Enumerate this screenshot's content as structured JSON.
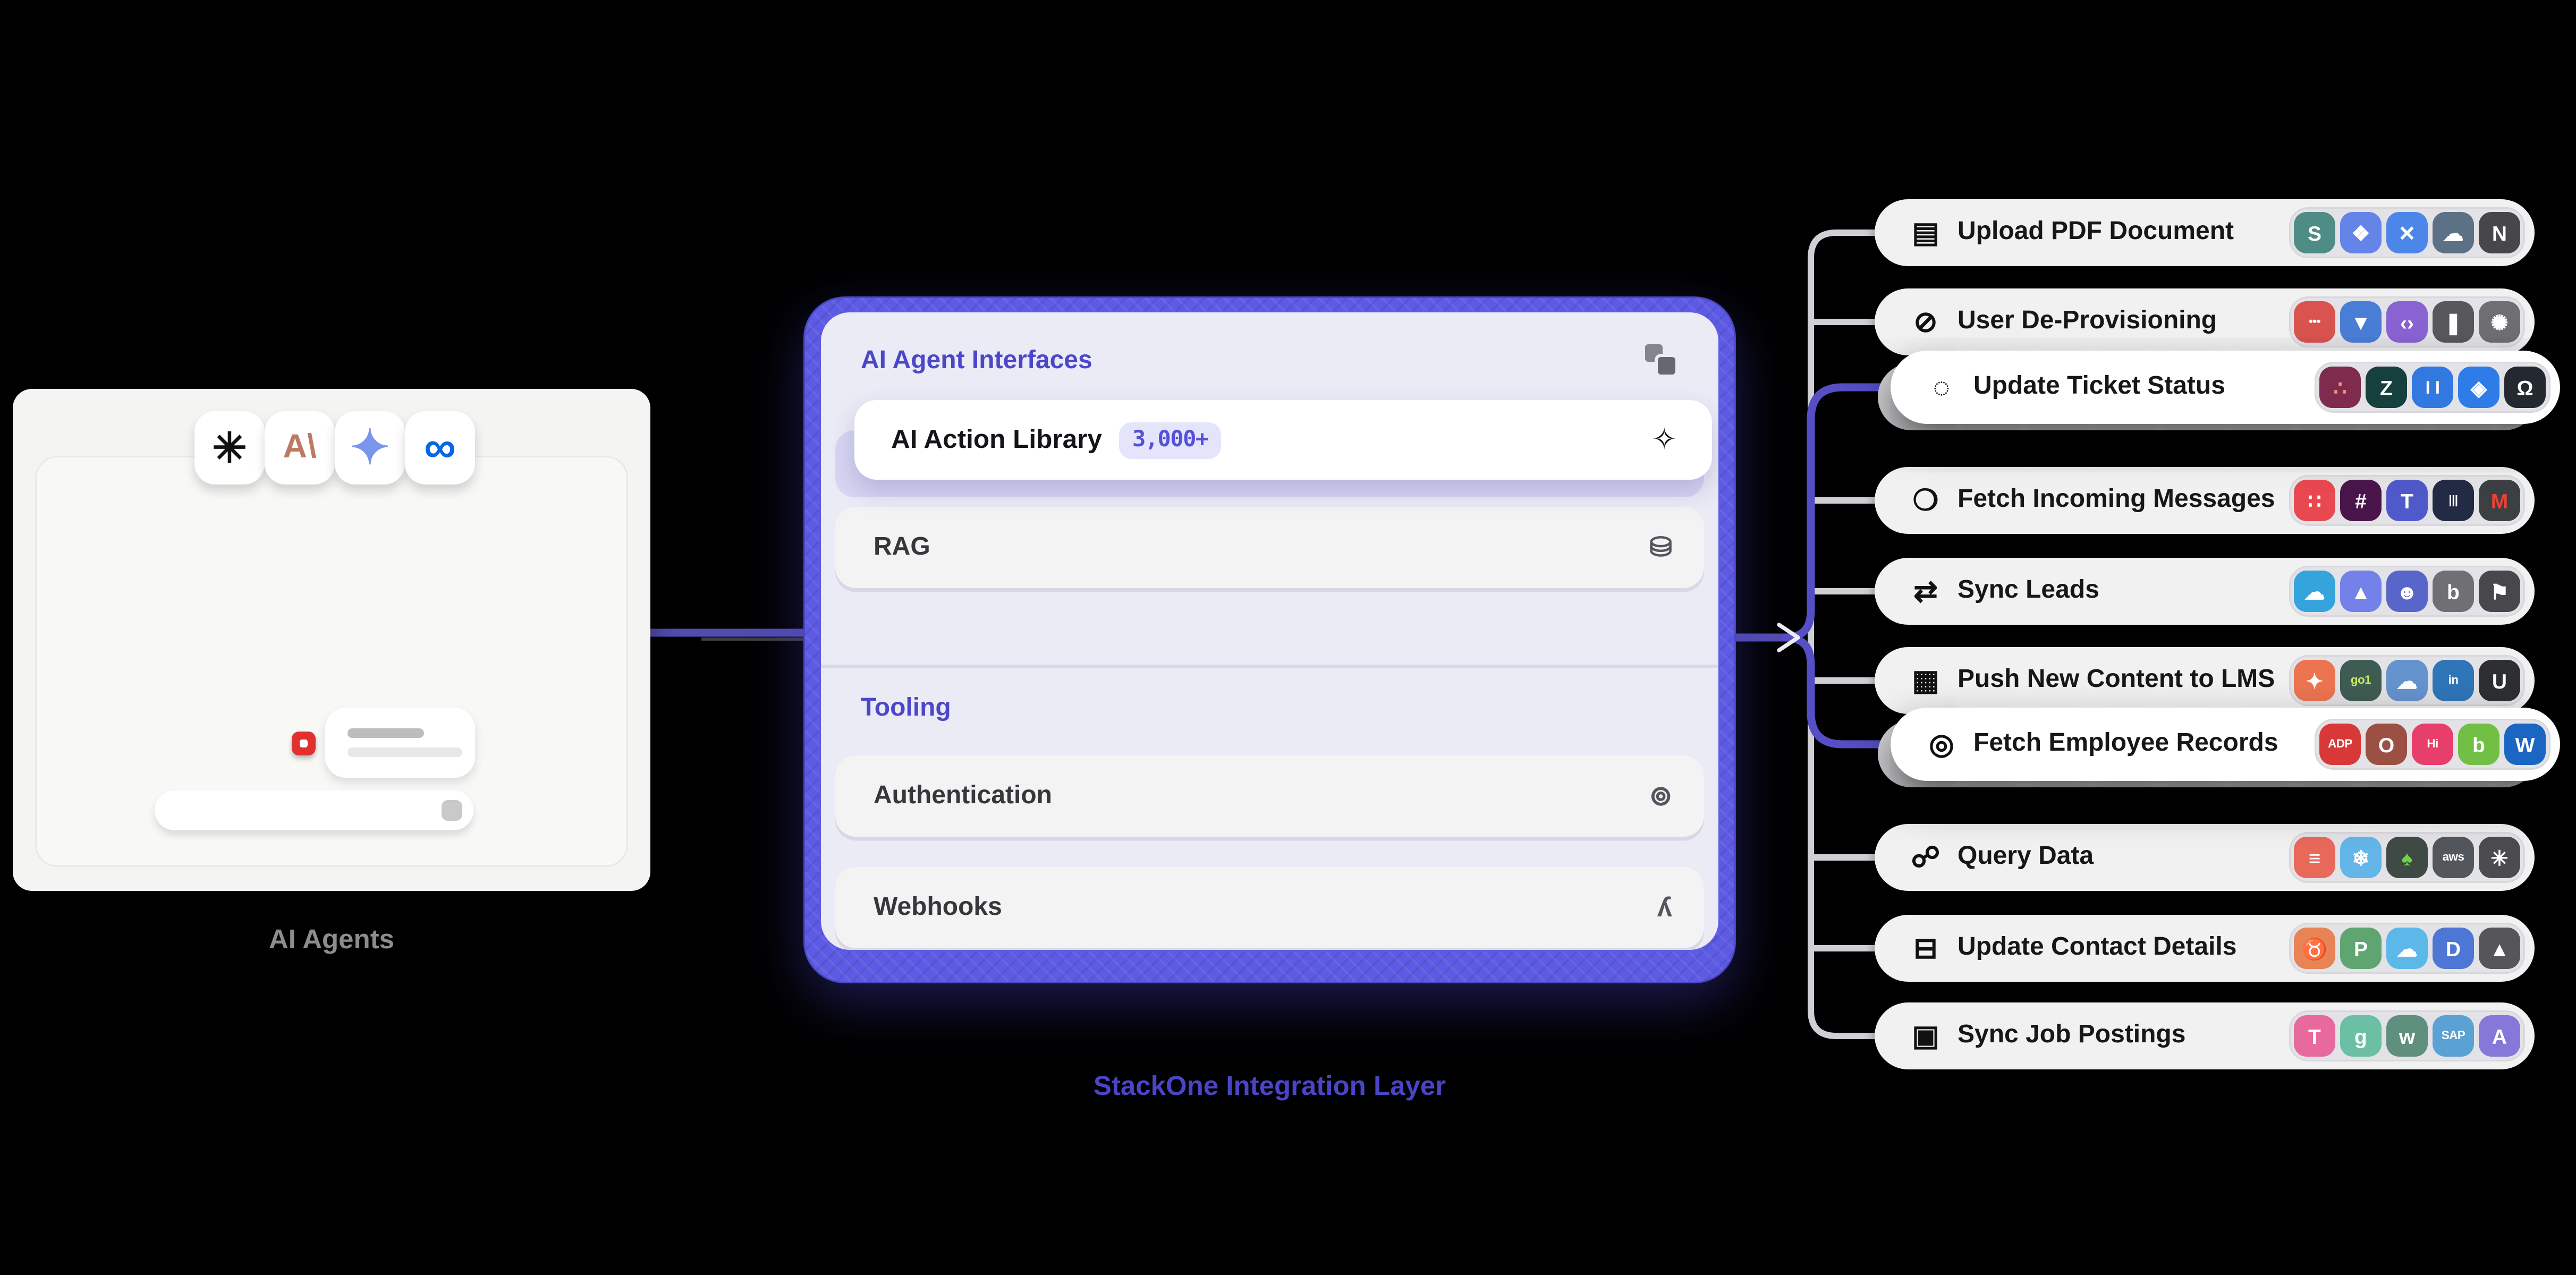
{
  "colors": {
    "background": "#000000",
    "accent_indigo": "#5d5be3",
    "wire_gray": "#cfcfd4",
    "wire_purple": "#554ec4",
    "badge_bg": "#e4e4fb",
    "badge_text": "#5450d8"
  },
  "left_panel": {
    "label": "AI Agents",
    "providers": [
      {
        "name": "openai-logo",
        "glyph": "✳",
        "color": "#111111",
        "size": "26px"
      },
      {
        "name": "anthropic-logo",
        "glyph": "A\\",
        "color": "#bc7a63",
        "size": "21px"
      },
      {
        "name": "gemini-logo",
        "glyph": "✦",
        "color": "#7a96ec",
        "size": "30px"
      },
      {
        "name": "meta-logo",
        "glyph": "∞",
        "color": "#0866e8",
        "size": "28px"
      }
    ]
  },
  "center_panel": {
    "header": "AI Agent Interfaces",
    "action_library": {
      "label": "AI Action Library",
      "badge": "3,000+",
      "icon": "sparkle-icon"
    },
    "rows": [
      {
        "label": "RAG",
        "icon": "database-icon"
      }
    ],
    "tooling_section": "Tooling",
    "tooling_rows": [
      {
        "label": "Authentication",
        "icon": "fingerprint-icon"
      },
      {
        "label": "Webhooks",
        "icon": "webhook-icon"
      }
    ],
    "caption": "StackOne Integration Layer",
    "logo": "stackone-logo"
  },
  "right_actions": {
    "items": [
      {
        "label": "Upload PDF Document",
        "icon": "pdf-file-icon",
        "elevated": false,
        "apps": [
          {
            "name": "sharepoint",
            "bg": "#4e8c85",
            "glyph": "S"
          },
          {
            "name": "dropbox",
            "bg": "#6484e8",
            "glyph": "❖"
          },
          {
            "name": "box",
            "bg": "#4c86e8",
            "glyph": "✕"
          },
          {
            "name": "onedrive",
            "bg": "#5c7186",
            "glyph": "☁"
          },
          {
            "name": "notion",
            "bg": "#47474b",
            "glyph": "N"
          }
        ]
      },
      {
        "label": "User De-Provisioning",
        "icon": "user-remove-icon",
        "elevated": false,
        "apps": [
          {
            "name": "lastpass",
            "bg": "#d9534f",
            "glyph": "•••",
            "small": true
          },
          {
            "name": "bitwarden",
            "bg": "#4a7dd6",
            "glyph": "▼"
          },
          {
            "name": "dashlane",
            "bg": "#8a63d2",
            "glyph": "‹›"
          },
          {
            "name": "1password",
            "bg": "#57575c",
            "glyph": "❚"
          },
          {
            "name": "jumpcloud",
            "bg": "#6e6e73",
            "glyph": "✺"
          }
        ]
      },
      {
        "label": "Update Ticket Status",
        "icon": "spinner-icon",
        "elevated": true,
        "apps": [
          {
            "name": "asana",
            "bg": "#7e2b4e",
            "glyph": "∴",
            "fg": "#f2917e"
          },
          {
            "name": "zendesk",
            "bg": "#16403e",
            "glyph": "Z"
          },
          {
            "name": "trello",
            "bg": "#3179e0",
            "glyph": "❙❙",
            "small": true
          },
          {
            "name": "jira",
            "bg": "#2e7ce8",
            "glyph": "◈"
          },
          {
            "name": "github",
            "bg": "#24292f",
            "glyph": "Ω"
          }
        ]
      },
      {
        "label": "Fetch Incoming Messages",
        "icon": "chat-bubble-icon",
        "elevated": false,
        "apps": [
          {
            "name": "twilio",
            "bg": "#e8484f",
            "glyph": "∷"
          },
          {
            "name": "slack",
            "bg": "#4a154b",
            "glyph": "#"
          },
          {
            "name": "ms-teams",
            "bg": "#5059c9",
            "glyph": "T"
          },
          {
            "name": "intercom",
            "bg": "#222a44",
            "glyph": "|||",
            "small": true
          },
          {
            "name": "gmail",
            "bg": "#3c4043",
            "glyph": "M",
            "fg": "#ea4335"
          }
        ]
      },
      {
        "label": "Sync Leads",
        "icon": "sync-icon",
        "elevated": false,
        "apps": [
          {
            "name": "salesforce",
            "bg": "#35a3dc",
            "glyph": "☁"
          },
          {
            "name": "freshsales",
            "bg": "#7381e8",
            "glyph": "▲"
          },
          {
            "name": "zoho-crm",
            "bg": "#5866c9",
            "glyph": "☻"
          },
          {
            "name": "brevo",
            "bg": "#6f6f74",
            "glyph": "b"
          },
          {
            "name": "close-crm",
            "bg": "#48484c",
            "glyph": "⚑"
          }
        ]
      },
      {
        "label": "Push New Content to LMS",
        "icon": "grid-icon",
        "elevated": false,
        "apps": [
          {
            "name": "360learning",
            "bg": "#ed7450",
            "glyph": "✦"
          },
          {
            "name": "go1",
            "bg": "#3f5c52",
            "glyph": "go1",
            "fg": "#cbe96a",
            "small": true
          },
          {
            "name": "talentlms",
            "bg": "#6593ce",
            "glyph": "☁"
          },
          {
            "name": "linkedin-learning",
            "bg": "#2f76b8",
            "glyph": "in",
            "small": true
          },
          {
            "name": "udemy",
            "bg": "#2d2f31",
            "glyph": "U"
          }
        ]
      },
      {
        "label": "Fetch Employee Records",
        "icon": "employee-icon",
        "elevated": true,
        "apps": [
          {
            "name": "adp",
            "bg": "#d93838",
            "glyph": "ADP",
            "small": true
          },
          {
            "name": "oracle",
            "bg": "#9c4f43",
            "glyph": "O"
          },
          {
            "name": "hibob",
            "bg": "#e83e6b",
            "glyph": "Hi",
            "small": true
          },
          {
            "name": "bamboohr",
            "bg": "#71bf44",
            "glyph": "b"
          },
          {
            "name": "workday",
            "bg": "#1a66c2",
            "glyph": "W"
          }
        ]
      },
      {
        "label": "Query Data",
        "icon": "query-icon",
        "elevated": false,
        "apps": [
          {
            "name": "databricks",
            "bg": "#e8685a",
            "glyph": "≡"
          },
          {
            "name": "snowflake",
            "bg": "#64b5e8",
            "glyph": "❄"
          },
          {
            "name": "mongodb",
            "bg": "#3f4a44",
            "glyph": "♠",
            "fg": "#70d44b"
          },
          {
            "name": "aws",
            "bg": "#53565c",
            "glyph": "aws",
            "small": true
          },
          {
            "name": "azure-synapse",
            "bg": "#4c4c50",
            "glyph": "✳"
          }
        ]
      },
      {
        "label": "Update Contact Details",
        "icon": "contact-card-icon",
        "elevated": false,
        "apps": [
          {
            "name": "bullhorn",
            "bg": "#e88355",
            "glyph": "♉"
          },
          {
            "name": "pipedrive",
            "bg": "#5fa571",
            "glyph": "P"
          },
          {
            "name": "salesforce",
            "bg": "#5cb8e8",
            "glyph": "☁"
          },
          {
            "name": "dynamics-365",
            "bg": "#4e76d4",
            "glyph": "D"
          },
          {
            "name": "attio",
            "bg": "#55555a",
            "glyph": "▲"
          }
        ]
      },
      {
        "label": "Sync Job Postings",
        "icon": "briefcase-icon",
        "elevated": false,
        "apps": [
          {
            "name": "teamtailor",
            "bg": "#e86a9c",
            "glyph": "T"
          },
          {
            "name": "greenhouse",
            "bg": "#6bbfa3",
            "glyph": "g"
          },
          {
            "name": "workable",
            "bg": "#5f8f7d",
            "glyph": "w"
          },
          {
            "name": "sap-successfactors",
            "bg": "#5ba2d4",
            "glyph": "SAP",
            "small": true
          },
          {
            "name": "ashby",
            "bg": "#8678d9",
            "glyph": "A",
            "serif": true
          }
        ]
      }
    ]
  }
}
